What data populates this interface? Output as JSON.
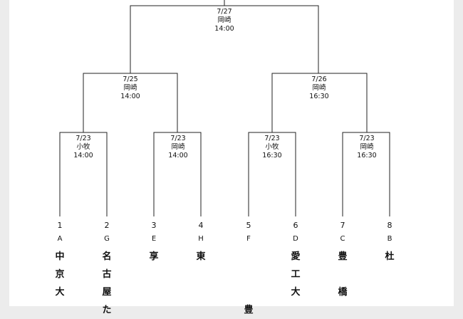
{
  "matches": [
    {
      "id": "final",
      "date": "7/27",
      "venue": "岡崎",
      "time": "14:00"
    },
    {
      "id": "sf1",
      "date": "7/25",
      "venue": "岡崎",
      "time": "14:00"
    },
    {
      "id": "sf2",
      "date": "7/26",
      "venue": "岡崎",
      "time": "16:30"
    },
    {
      "id": "qf1",
      "date": "7/23",
      "venue": "小牧",
      "time": "14:00"
    },
    {
      "id": "qf2",
      "date": "7/23",
      "venue": "岡崎",
      "time": "14:00"
    },
    {
      "id": "qf3",
      "date": "7/23",
      "venue": "小牧",
      "time": "16:30"
    },
    {
      "id": "qf4",
      "date": "7/23",
      "venue": "岡崎",
      "time": "16:30"
    }
  ],
  "entries": [
    {
      "seed": "1",
      "group": "A",
      "team_chars": [
        "中",
        "京",
        "大"
      ]
    },
    {
      "seed": "2",
      "group": "G",
      "team_chars": [
        "名",
        "古",
        "屋",
        "た"
      ]
    },
    {
      "seed": "3",
      "group": "E",
      "team_chars": [
        "享"
      ]
    },
    {
      "seed": "4",
      "group": "H",
      "team_chars": [
        "東"
      ]
    },
    {
      "seed": "5",
      "group": "F",
      "team_chars": [
        "",
        "",
        "",
        "豊"
      ]
    },
    {
      "seed": "6",
      "group": "D",
      "team_chars": [
        "愛",
        "工",
        "大"
      ]
    },
    {
      "seed": "7",
      "group": "C",
      "team_chars": [
        "豊",
        "",
        "橋"
      ]
    },
    {
      "seed": "8",
      "group": "B",
      "team_chars": [
        "杜"
      ]
    }
  ]
}
